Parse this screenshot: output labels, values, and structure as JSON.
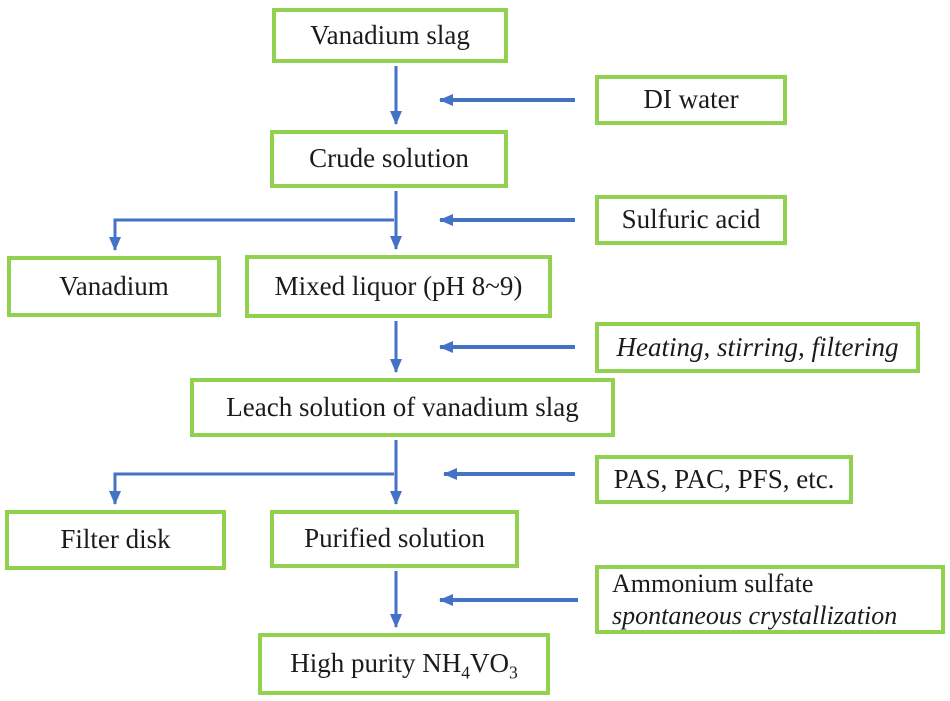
{
  "colors": {
    "box_border": "#92d050",
    "arrow": "#4472c4",
    "text": "#1b1b1b",
    "background": "#ffffff"
  },
  "nodes": {
    "vanadium_slag": {
      "label": "Vanadium slag"
    },
    "di_water": {
      "label": "DI water"
    },
    "crude_solution": {
      "label": "Crude solution"
    },
    "sulfuric_acid": {
      "label": "Sulfuric acid"
    },
    "vanadium": {
      "label": "Vanadium"
    },
    "mixed_liquor": {
      "label": "Mixed liquor (pH 8~9)"
    },
    "heating_step": {
      "label": "Heating, stirring, filtering"
    },
    "leach_solution": {
      "label": "Leach solution of vanadium slag"
    },
    "flocculants": {
      "label": "PAS, PAC, PFS, etc."
    },
    "filter_disk": {
      "label": "Filter disk"
    },
    "purified_solution": {
      "label": "Purified solution"
    },
    "ammonium_sulfate": {
      "line1": "Ammonium sulfate",
      "line2": "spontaneous crystallization"
    },
    "high_purity_nh4vo3": {
      "prefix": "High purity NH",
      "sub_4": "4",
      "mid": "VO",
      "sub_3": "3"
    }
  }
}
